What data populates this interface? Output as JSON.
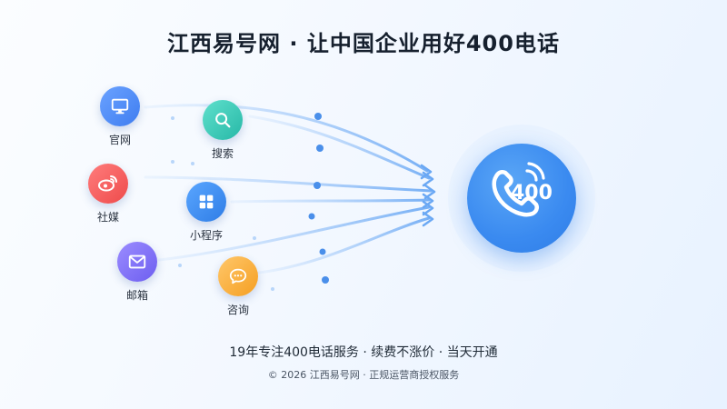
{
  "header": {
    "title": "江西易号网 · 让中国企业用好400电话"
  },
  "channels": [
    {
      "key": "website",
      "label": "官网",
      "icon": "monitor-icon",
      "color_from": "#6aa2ff",
      "color_to": "#3f7df0"
    },
    {
      "key": "search",
      "label": "搜索",
      "icon": "search-icon",
      "color_from": "#5fe0cc",
      "color_to": "#27b8a7"
    },
    {
      "key": "social",
      "label": "社媒",
      "icon": "weibo-icon",
      "color_from": "#ff7c7c",
      "color_to": "#ee4b4b"
    },
    {
      "key": "miniprogram",
      "label": "小程序",
      "icon": "grid-icon",
      "color_from": "#5aa6ff",
      "color_to": "#2f7de6"
    },
    {
      "key": "email",
      "label": "邮箱",
      "icon": "mail-icon",
      "color_from": "#9b8cff",
      "color_to": "#6d5ef0"
    },
    {
      "key": "consult",
      "label": "咨询",
      "icon": "chat-bubble-icon",
      "color_from": "#ffc76a",
      "color_to": "#f59f22"
    }
  ],
  "hub": {
    "number": "400",
    "icon": "phone-icon",
    "accent": "#3a8af0"
  },
  "footer": {
    "main": "19年专注400电话服务 · 续费不涨价 · 当天开通",
    "sub": "© 2026 江西易号网 · 正规运营商授权服务"
  }
}
